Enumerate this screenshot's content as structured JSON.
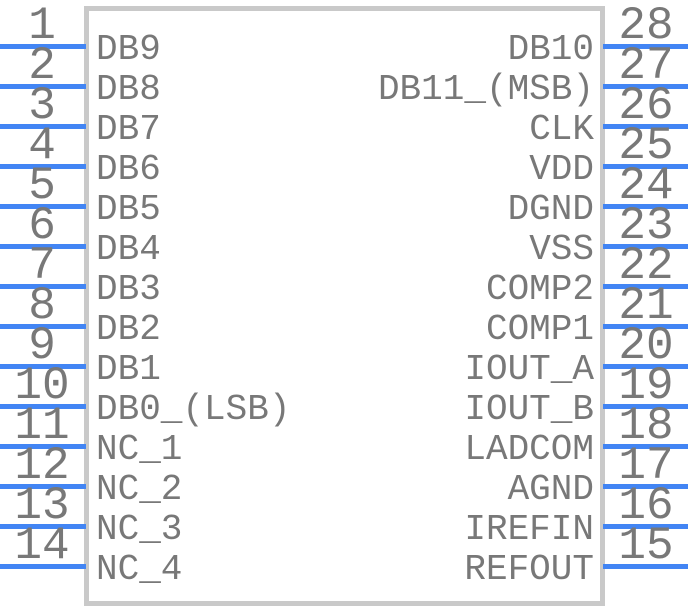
{
  "diagram": {
    "type": "schematic-symbol-pinout",
    "pin_count": 28,
    "left_pins": [
      {
        "number": "1",
        "name": "DB9"
      },
      {
        "number": "2",
        "name": "DB8"
      },
      {
        "number": "3",
        "name": "DB7"
      },
      {
        "number": "4",
        "name": "DB6"
      },
      {
        "number": "5",
        "name": "DB5"
      },
      {
        "number": "6",
        "name": "DB4"
      },
      {
        "number": "7",
        "name": "DB3"
      },
      {
        "number": "8",
        "name": "DB2"
      },
      {
        "number": "9",
        "name": "DB1"
      },
      {
        "number": "10",
        "name": "DB0_(LSB)"
      },
      {
        "number": "11",
        "name": "NC_1"
      },
      {
        "number": "12",
        "name": "NC_2"
      },
      {
        "number": "13",
        "name": "NC_3"
      },
      {
        "number": "14",
        "name": "NC_4"
      }
    ],
    "right_pins": [
      {
        "number": "28",
        "name": "DB10"
      },
      {
        "number": "27",
        "name": "DB11_(MSB)"
      },
      {
        "number": "26",
        "name": "CLK"
      },
      {
        "number": "25",
        "name": "VDD"
      },
      {
        "number": "24",
        "name": "DGND"
      },
      {
        "number": "23",
        "name": "VSS"
      },
      {
        "number": "22",
        "name": "COMP2"
      },
      {
        "number": "21",
        "name": "COMP1"
      },
      {
        "number": "20",
        "name": "IOUT_A"
      },
      {
        "number": "19",
        "name": "IOUT_B"
      },
      {
        "number": "18",
        "name": "LADCOM"
      },
      {
        "number": "17",
        "name": "AGND"
      },
      {
        "number": "16",
        "name": "IREFIN"
      },
      {
        "number": "15",
        "name": "REFOUT"
      }
    ],
    "colors": {
      "pin_line": "#4285f4",
      "text": "#787878",
      "body_border": "#c9c9c9",
      "background": "#ffffff"
    }
  }
}
